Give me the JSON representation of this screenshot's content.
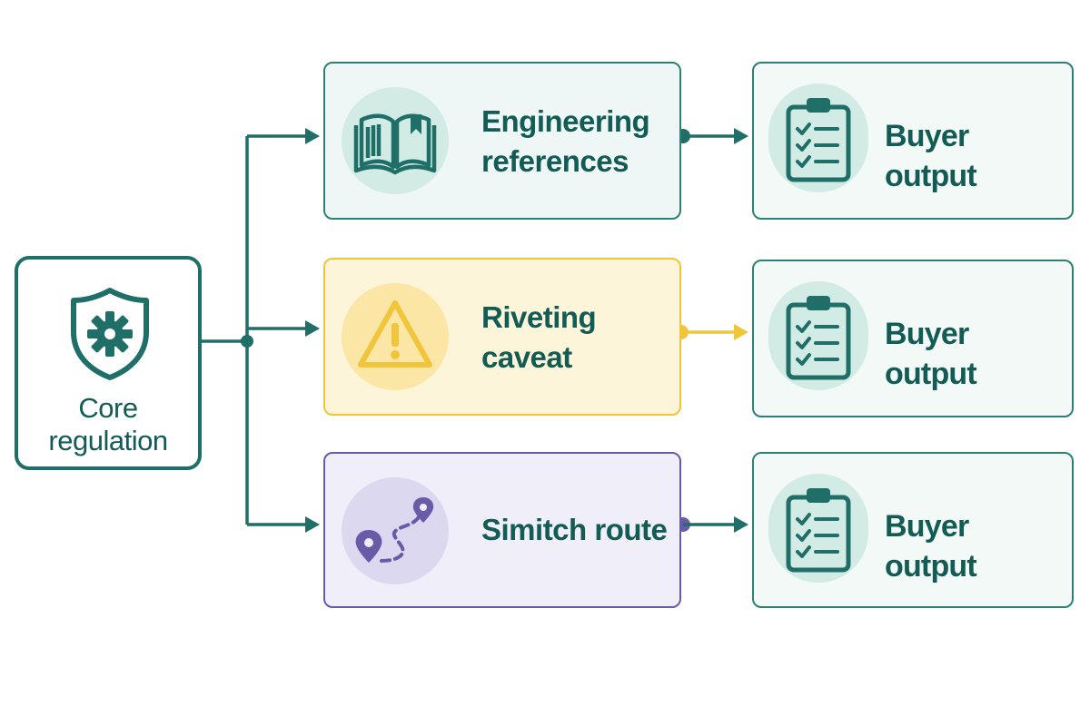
{
  "root": {
    "label": "Core regulation",
    "icon": "shield-gear-icon"
  },
  "branches": [
    {
      "label": "Engineering references",
      "icon": "open-book-icon",
      "accent": "#2e7f76"
    },
    {
      "label": "Riveting caveat",
      "icon": "warning-triangle-icon",
      "accent": "#f0c53a"
    },
    {
      "label": "Simitch route",
      "icon": "route-pins-icon",
      "accent": "#6a5aa8"
    }
  ],
  "outputs": [
    {
      "label": "Buyer output",
      "icon": "clipboard-checklist-icon"
    },
    {
      "label": "Buyer output",
      "icon": "clipboard-checklist-icon"
    },
    {
      "label": "Buyer output",
      "icon": "clipboard-checklist-icon"
    }
  ],
  "colors": {
    "primary": "#1f6f68",
    "text": "#135b55",
    "warning": "#f0c53a",
    "route": "#6a5aa8"
  }
}
